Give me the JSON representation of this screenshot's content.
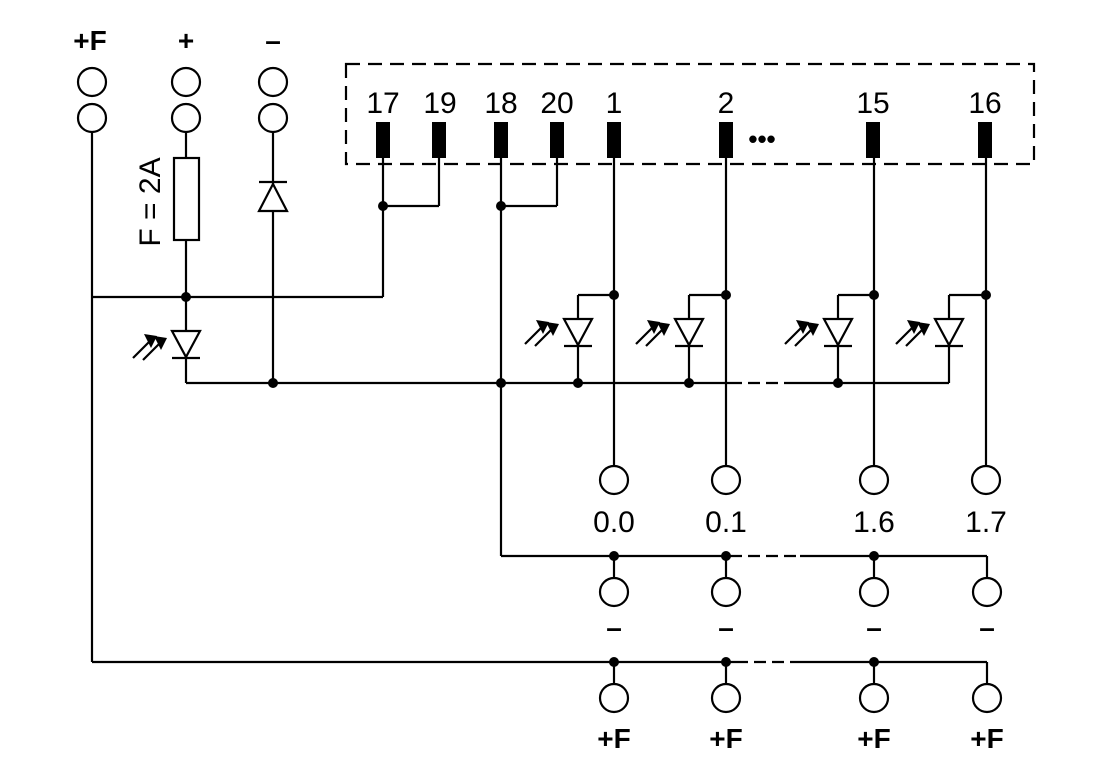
{
  "supply": {
    "plus_f": "+F",
    "plus": "+",
    "minus": "–"
  },
  "fuse": {
    "label": "F = 2A"
  },
  "connector": {
    "pins": [
      "17",
      "19",
      "18",
      "20",
      "1",
      "2",
      "15",
      "16"
    ],
    "ellipsis": "•••"
  },
  "signals": [
    "0.0",
    "0.1",
    "1.6",
    "1.7"
  ],
  "minus_row": [
    "–",
    "–",
    "–",
    "–"
  ],
  "plus_f_row": [
    "+F",
    "+F",
    "+F",
    "+F"
  ]
}
